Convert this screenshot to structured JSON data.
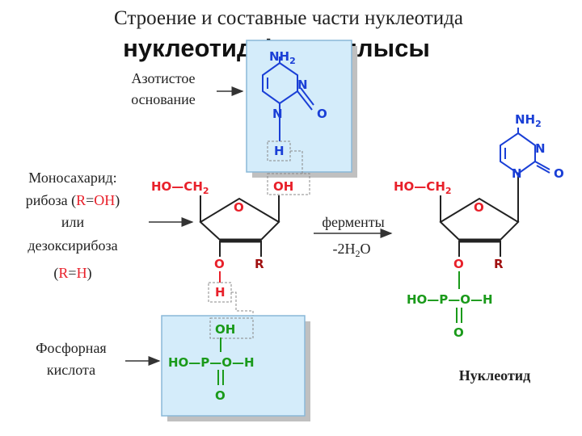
{
  "title_ru": "Строение и составные части нуклеотида",
  "title_kz": "нуклеотидтің құрылысы",
  "labels": {
    "base_line1": "Азотистое",
    "base_line2": "основание",
    "mono_line1": "Моносахарид:",
    "mono_line2_pre": "рибоза (",
    "mono_line2_r": "R",
    "mono_line2_eq": "=",
    "mono_line2_oh": "OH",
    "mono_line2_post": ")",
    "mono_line3": "или",
    "mono_line4": "дезоксирибоза",
    "mono_line5_pre": "(",
    "mono_line5_r": "R",
    "mono_line5_eq": "=",
    "mono_line5_h": "H",
    "mono_line5_post": ")",
    "acid_line1": "Фосфорная",
    "acid_line2": "кислота",
    "enzymes": "ферменты",
    "water_loss_pre": "-2H",
    "water_loss_sub": "2",
    "water_loss_post": "O",
    "nucleotide": "Нуклеотид"
  },
  "atoms": {
    "N": "N",
    "O": "O",
    "H": "H",
    "P": "P",
    "R": "R",
    "NH": "NH",
    "sub2": "2",
    "OH": "OH",
    "HO_CH": "HO—CH",
    "HO_P_O_H": "HO—P—O—H"
  },
  "colors": {
    "base_blue": "#1a3fd6",
    "sugar_red": "#e8202a",
    "phosphate_green": "#1a9a1a",
    "dark_red": "#a01010",
    "box_fill": "#d4ecfa",
    "box_border": "#8ab8d8",
    "shadow": "#c0c0c0"
  }
}
